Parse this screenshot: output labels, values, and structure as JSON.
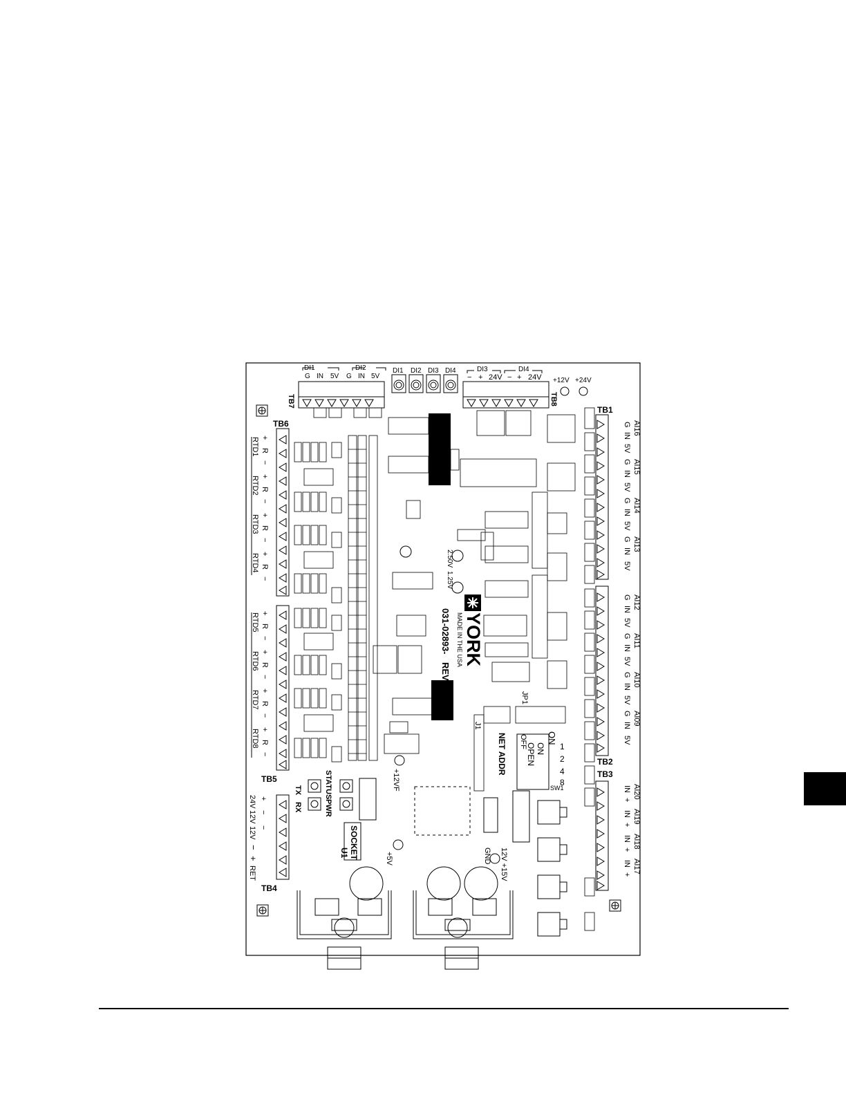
{
  "board": {
    "brand": "YORK",
    "made_in": "MADE IN THE USA",
    "part_number": "031-02893-",
    "revision": "REV",
    "net_addr": "NET ADDR",
    "switch_on": "ON",
    "switch_open": "OPEN",
    "switch_off": "OFF",
    "switch_name": "SW1",
    "switch_values": [
      "1",
      "2",
      "4",
      "8"
    ],
    "socket": "SOCKET",
    "u1": "U1",
    "jumper": "JP1",
    "j1": "J1",
    "plus12vf": "+12VF",
    "plus5v": "+5V",
    "gnd": "GND",
    "v12_15": "12V +15V",
    "ref_250": "2.50V",
    "ref_125": "1.25V",
    "plus12v_tp": "+12V",
    "plus24v_tp": "+24V"
  },
  "terminals": {
    "tb7": {
      "name": "TB7",
      "groups": [
        "DI1",
        "DI2"
      ],
      "pins": [
        "G",
        "IN",
        "5V",
        "G",
        "IN",
        "5V"
      ]
    },
    "leds_top": [
      "DI1",
      "DI2",
      "DI3",
      "DI4"
    ],
    "tb8": {
      "name": "TB8",
      "groups": [
        "DI3",
        "DI4"
      ],
      "pins": [
        "−",
        "+",
        "24V",
        "−",
        "+",
        "24V"
      ]
    },
    "tb1": {
      "name": "TB1",
      "channels": [
        "AI16",
        "AI15",
        "AI14",
        "AI13"
      ],
      "pins": [
        "G",
        "IN",
        "5V"
      ]
    },
    "tb2": {
      "name": "TB2",
      "channels": [
        "AI12",
        "AI11",
        "AI10",
        "AI09"
      ],
      "pins": [
        "G",
        "IN",
        "5V"
      ]
    },
    "tb3": {
      "name": "TB3",
      "channels": [
        "AI20",
        "AI19",
        "AI18",
        "AI17"
      ],
      "pins": [
        "IN",
        "+"
      ]
    },
    "tb6": {
      "name": "TB6",
      "channels": [
        "RTD1",
        "RTD2",
        "RTD3",
        "RTD4"
      ],
      "pins": [
        "+",
        "R",
        "−"
      ]
    },
    "tb5": {
      "name": "TB5",
      "channels": [
        "RTD5",
        "RTD6",
        "RTD7",
        "RTD8"
      ],
      "pins": [
        "+",
        "R",
        "−"
      ]
    },
    "tb4": {
      "name": "TB4",
      "pins": [
        "24V",
        "12V",
        "12V",
        "−",
        "+",
        "RET"
      ],
      "signs": [
        "+",
        "−",
        "−",
        "",
        "",
        ""
      ]
    }
  },
  "indicators": {
    "status": "STATUS",
    "pwr": "PWR",
    "tx": "TX",
    "rx": "RX"
  },
  "colors": {
    "ink": "#000000",
    "paper": "#ffffff"
  }
}
